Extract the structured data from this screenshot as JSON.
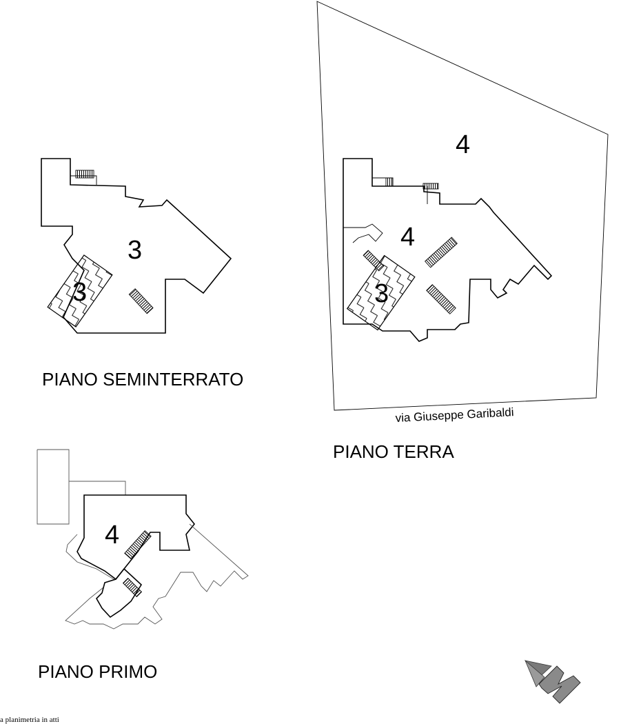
{
  "floors": {
    "seminterrato": {
      "title": "PIANO SEMINTERRATO",
      "unit_main": "3",
      "unit_hatched": "3"
    },
    "terra": {
      "title": "PIANO TERRA",
      "unit_lot": "4",
      "unit_main": "4",
      "unit_hatched": "3",
      "street": "via Giuseppe Garibaldi"
    },
    "primo": {
      "title": "PIANO PRIMO",
      "unit_main": "4"
    }
  },
  "footer": {
    "note": "a planimetria in atti"
  },
  "north_arrow": {
    "icon": "north-arrow-icon",
    "letter": "N"
  }
}
